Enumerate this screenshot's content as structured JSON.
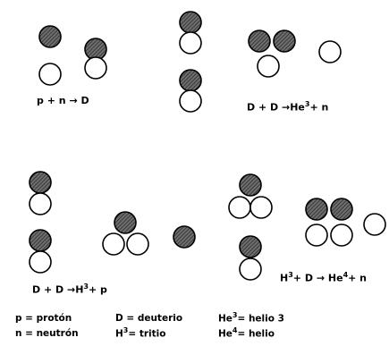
{
  "reactions": [
    {
      "id": "r1",
      "lhs": "p + n",
      "arrow": "→",
      "rhs": "D"
    },
    {
      "id": "r2",
      "lhs": "D + D",
      "arrow": "→",
      "rhs_a": "He",
      "rhs_a_sup": "3",
      "rhs_b": "+ n"
    },
    {
      "id": "r3",
      "lhs": "D + D",
      "arrow": "→",
      "rhs_a": "H",
      "rhs_a_sup": "3",
      "rhs_b": "+ p"
    },
    {
      "id": "r4",
      "lhs_a": "H",
      "lhs_a_sup": "3",
      "lhs_b": "+ D",
      "arrow": "→",
      "rhs_a": "He",
      "rhs_a_sup": "4",
      "rhs_b": "+ n"
    }
  ],
  "legend": {
    "p": "p = protón",
    "n": "n = neutrón",
    "d": "D = deuterio",
    "h3_pre": "H",
    "h3_sup": "3",
    "h3_post": "= tritio",
    "he3_pre": "He",
    "he3_sup": "3",
    "he3_post": "= helio 3",
    "he4_pre": "He",
    "he4_sup": "4",
    "he4_post": "= helio"
  },
  "particle_types": {
    "proton": {
      "fill": "hatched-dark",
      "stroke": "#000000"
    },
    "neutron": {
      "fill": "#ffffff",
      "stroke": "#000000"
    }
  }
}
